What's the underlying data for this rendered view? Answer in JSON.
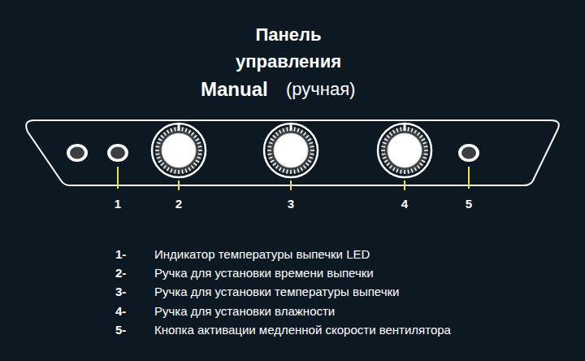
{
  "diagram": {
    "title": "Панель управления",
    "labels": [
      "Manual",
      "(ручная)",
      "1",
      "2",
      "3",
      "4",
      "5",
      "1-",
      "Индикатор температуры выпечки LED",
      "2-",
      "Ручка  для установки времени выпечки",
      "3-",
      "Ручка для установки температуры выпечки",
      "4-",
      "Ручка для установки влажности",
      "5-",
      "Кнопка активации медленной скорости вентилятора"
    ]
  }
}
